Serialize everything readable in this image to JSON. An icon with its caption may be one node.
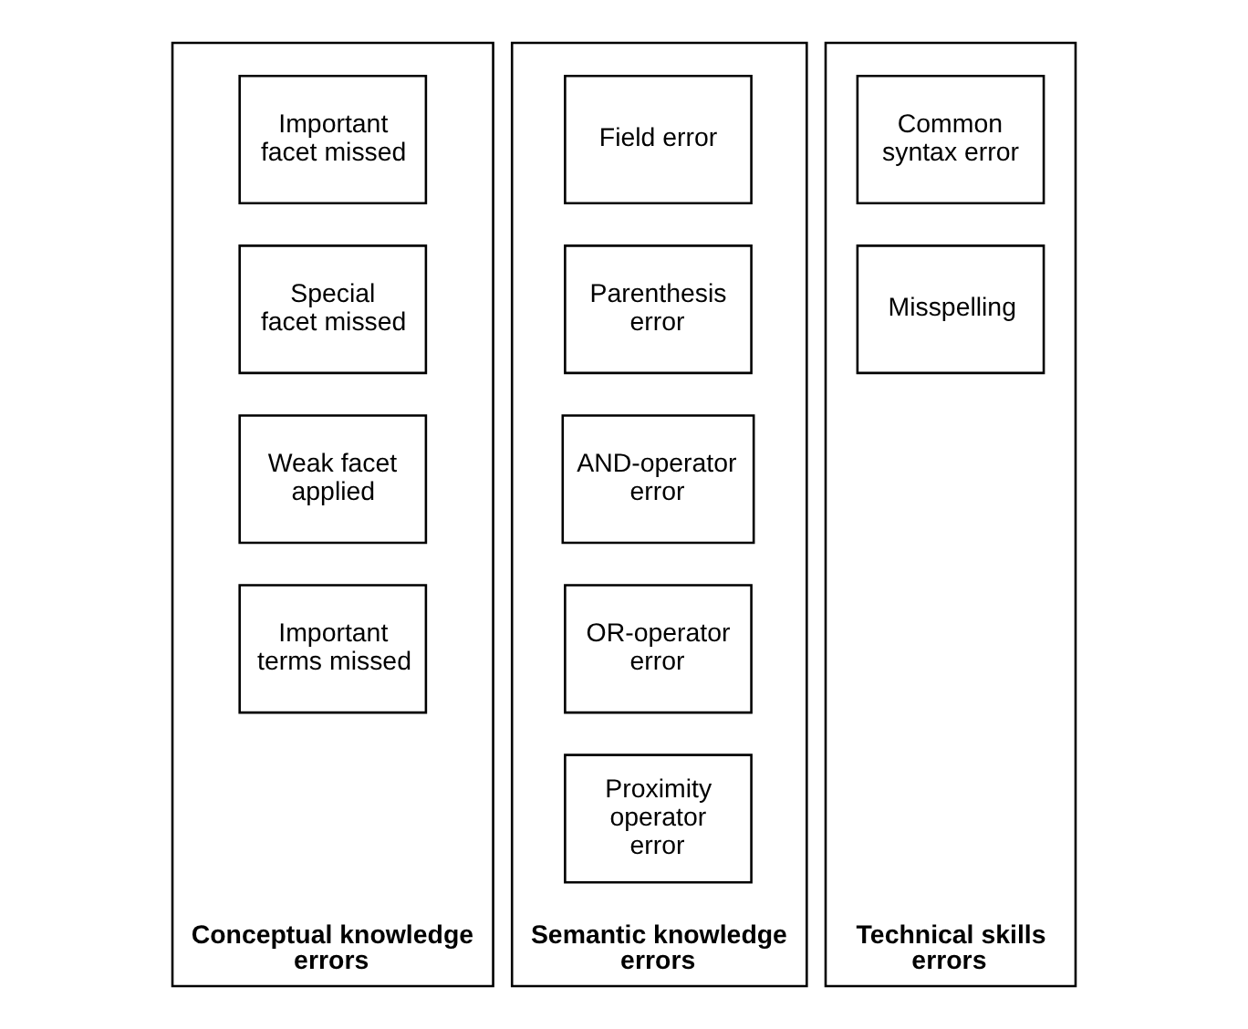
{
  "diagram": {
    "nodes": [
      {
        "text": [
          "Conceptual knowledge errors"
        ]
      },
      {
        "text": [
          "Important facet missed"
        ],
        "in": 0
      },
      {
        "text": [
          "Special facet missed"
        ],
        "in": 0
      },
      {
        "text": [
          "Weak facet applied"
        ],
        "in": 0
      },
      {
        "text": [
          "Important terms missed"
        ],
        "in": 0
      },
      {
        "text": [
          "Semantic knowledge errors"
        ]
      },
      {
        "text": [
          "Field error"
        ],
        "in": 5
      },
      {
        "text": [
          "Parenthesis error"
        ],
        "in": 5
      },
      {
        "text": [
          "AND-operator error"
        ],
        "in": 5
      },
      {
        "text": [
          "OR-operator error"
        ],
        "in": 5
      },
      {
        "text": [
          "Proximity operator error"
        ],
        "in": 5
      },
      {
        "text": [
          "Technical skills errors"
        ]
      },
      {
        "text": [
          "Common syntax error"
        ],
        "in": 11
      },
      {
        "text": [
          "Misspelling"
        ],
        "in": 11
      }
    ]
  }
}
